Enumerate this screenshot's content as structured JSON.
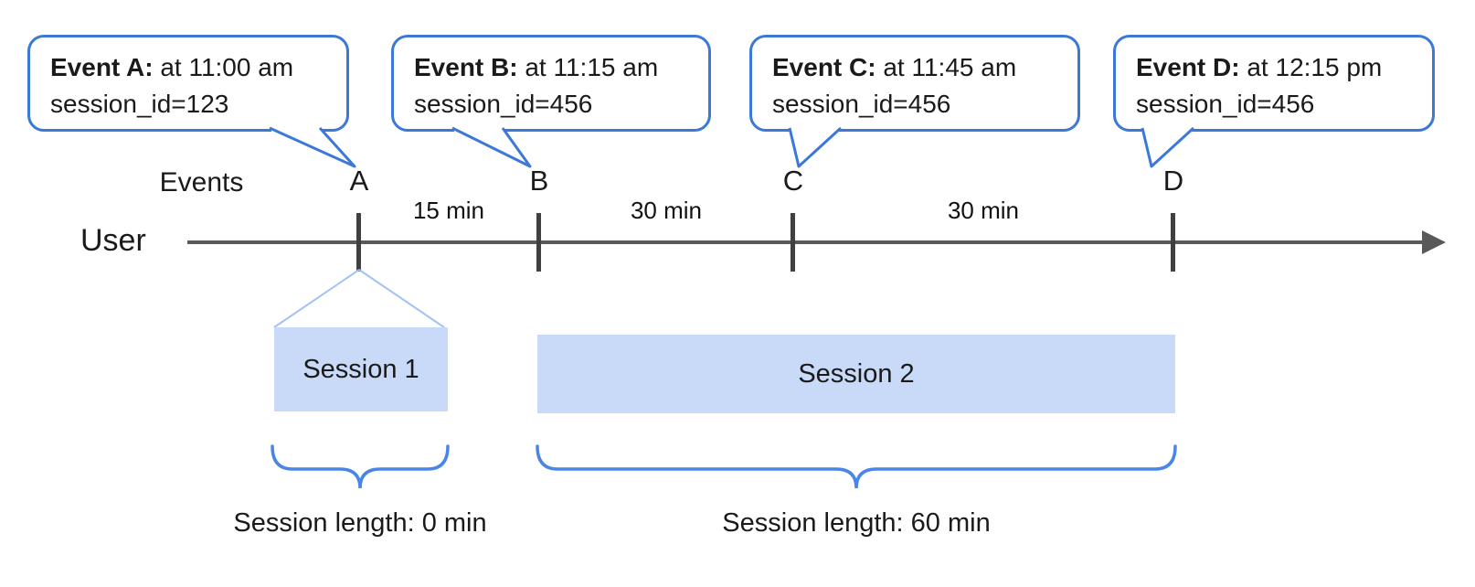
{
  "callouts": [
    {
      "title": "Event A:",
      "time": "at 11:00 am",
      "session_id": "session_id=123"
    },
    {
      "title": "Event B:",
      "time": "at 11:15 am",
      "session_id": "session_id=456"
    },
    {
      "title": "Event C:",
      "time": "at 11:45 am",
      "session_id": "session_id=456"
    },
    {
      "title": "Event D:",
      "time": "at 12:15 pm",
      "session_id": "session_id=456"
    }
  ],
  "timeline": {
    "events_label": "Events",
    "user_label": "User",
    "letters": [
      "A",
      "B",
      "C",
      "D"
    ],
    "intervals": [
      "15 min",
      "30 min",
      "30 min"
    ]
  },
  "sessions": [
    {
      "label": "Session 1",
      "length_label": "Session length: 0 min"
    },
    {
      "label": "Session 2",
      "length_label": "Session length: 60 min"
    }
  ],
  "colors": {
    "callout_border": "#3c78d8",
    "session_box_fill": "#c9daf8",
    "brace_stroke": "#4a86e8",
    "funnel_stroke": "#a4c2f4",
    "timeline_stroke": "#595959",
    "text": "#1a1a1a"
  }
}
